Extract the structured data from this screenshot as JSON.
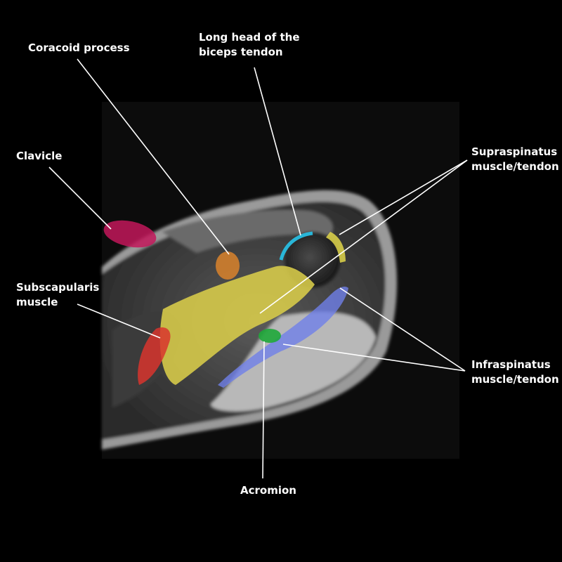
{
  "title": "Shoulder MRI sagittal anatomy",
  "colors": {
    "background": "#000000",
    "label_text": "#ffffff",
    "clavicle": "#c2185b",
    "coracoid_process": "#d9822b",
    "long_head_biceps_tendon": "#29b6d8",
    "supraspinatus": "#e0d64a",
    "infraspinatus": "#6f7fe8",
    "acromion": "#1fa83a",
    "subscapularis": "#d8352e"
  },
  "labels": {
    "coracoid": "Coracoid process",
    "biceps_line1": "Long head of the",
    "biceps_line2": "biceps tendon",
    "clavicle": "Clavicle",
    "supraspinatus_line1": "Supraspinatus",
    "supraspinatus_line2": "muscle/tendon",
    "subscapularis_line1": "Subscapularis",
    "subscapularis_line2": "muscle",
    "infraspinatus_line1": "Infraspinatus",
    "infraspinatus_line2": "muscle/tendon",
    "acromion": "Acromion"
  }
}
